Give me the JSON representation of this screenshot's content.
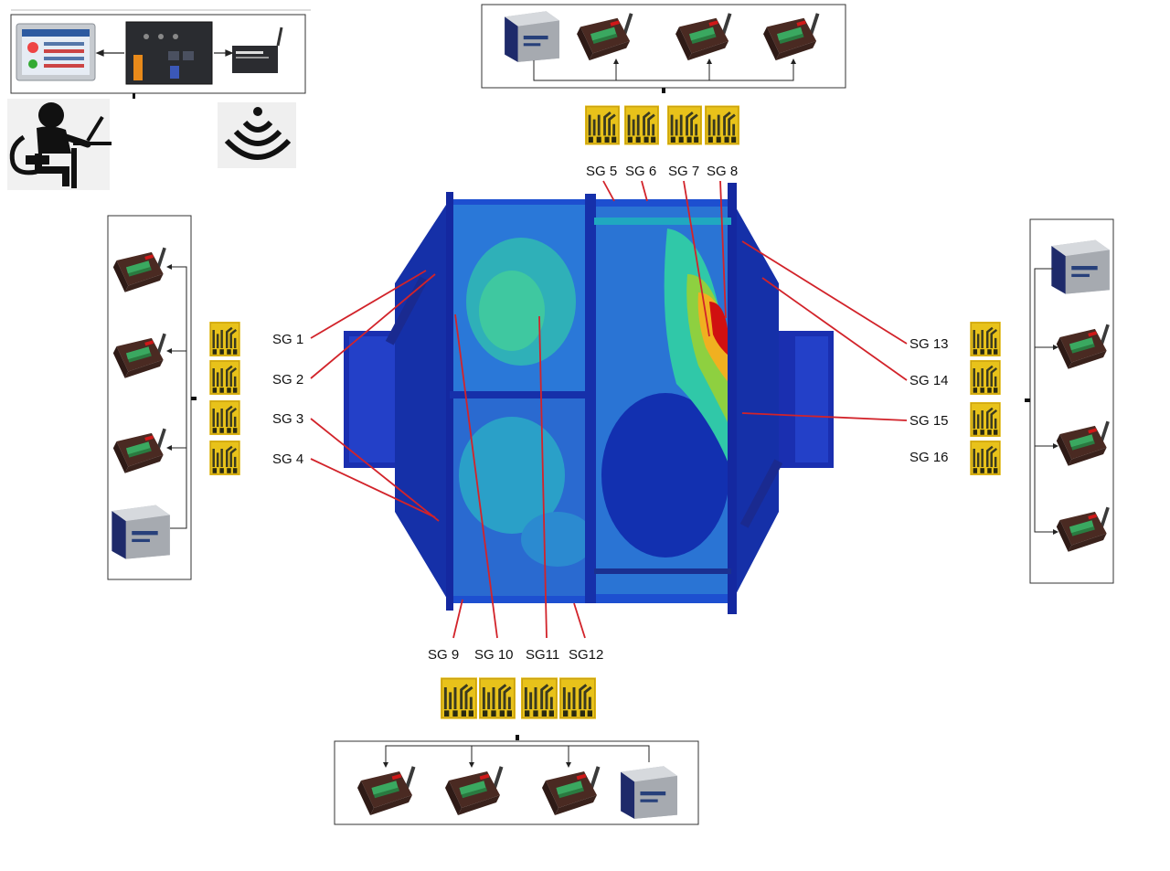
{
  "sensors": {
    "top": [
      "SG 5",
      "SG 6",
      "SG 7",
      "SG 8"
    ],
    "left": [
      "SG 1",
      "SG 2",
      "SG 3",
      "SG 4"
    ],
    "right": [
      "SG 13",
      "SG 14",
      "SG 15",
      "SG 16"
    ],
    "bottom": [
      "SG 9",
      "SG 10",
      "SG11",
      "SG12"
    ]
  },
  "devices": {
    "top_left_panel": [
      "hmi-touch-screen",
      "embedded-controller",
      "wireless-gateway"
    ],
    "operator": "operator-at-laptop-icon",
    "wireless": "wireless-signal-icon",
    "top_group": [
      "battery",
      "wireless-node",
      "wireless-node",
      "wireless-node"
    ],
    "left_group": [
      "wireless-node",
      "wireless-node",
      "wireless-node",
      "battery"
    ],
    "right_group": [
      "battery",
      "wireless-node",
      "wireless-node",
      "wireless-node"
    ],
    "bottom_group": [
      "wireless-node",
      "wireless-node",
      "wireless-node",
      "battery"
    ]
  },
  "colors": {
    "lead_line": "#d2232a",
    "gauge_bg": "#e8c21a",
    "fea_low": "#0a1fa8",
    "fea_mid": "#20c4c8",
    "fea_high": "#d00000"
  }
}
